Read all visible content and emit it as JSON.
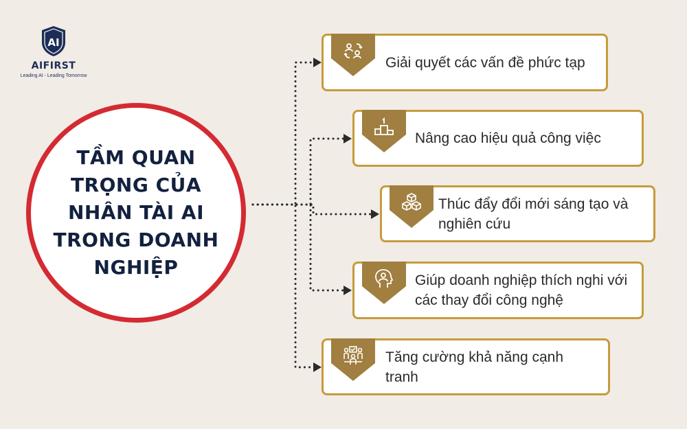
{
  "logo": {
    "mark": "AI",
    "name": "AIFIRST",
    "tagline": "Leading AI - Leading Tomorrow"
  },
  "center": {
    "title": "TẦM QUAN TRỌNG CỦA NHÂN TÀI AI TRONG DOANH NGHIỆP"
  },
  "items": [
    {
      "label": "Giải quyết các vấn đề phức tạp",
      "icon": "people-exchange-icon"
    },
    {
      "label": "Nâng cao hiệu quả công việc",
      "icon": "podium-icon"
    },
    {
      "label": "Thúc đẩy đổi mới sáng tạo và nghiên cứu",
      "icon": "cubes-icon"
    },
    {
      "label": "Giúp doanh nghiệp thích nghi với các thay đổi công nghệ",
      "icon": "head-person-icon"
    },
    {
      "label": "Tăng cường khả năng cạnh tranh",
      "icon": "team-vote-icon"
    }
  ],
  "colors": {
    "background": "#f1ece6",
    "circle_border": "#d42a32",
    "card_border": "#c69b3c",
    "badge": "#a07f40",
    "title": "#13213f"
  }
}
